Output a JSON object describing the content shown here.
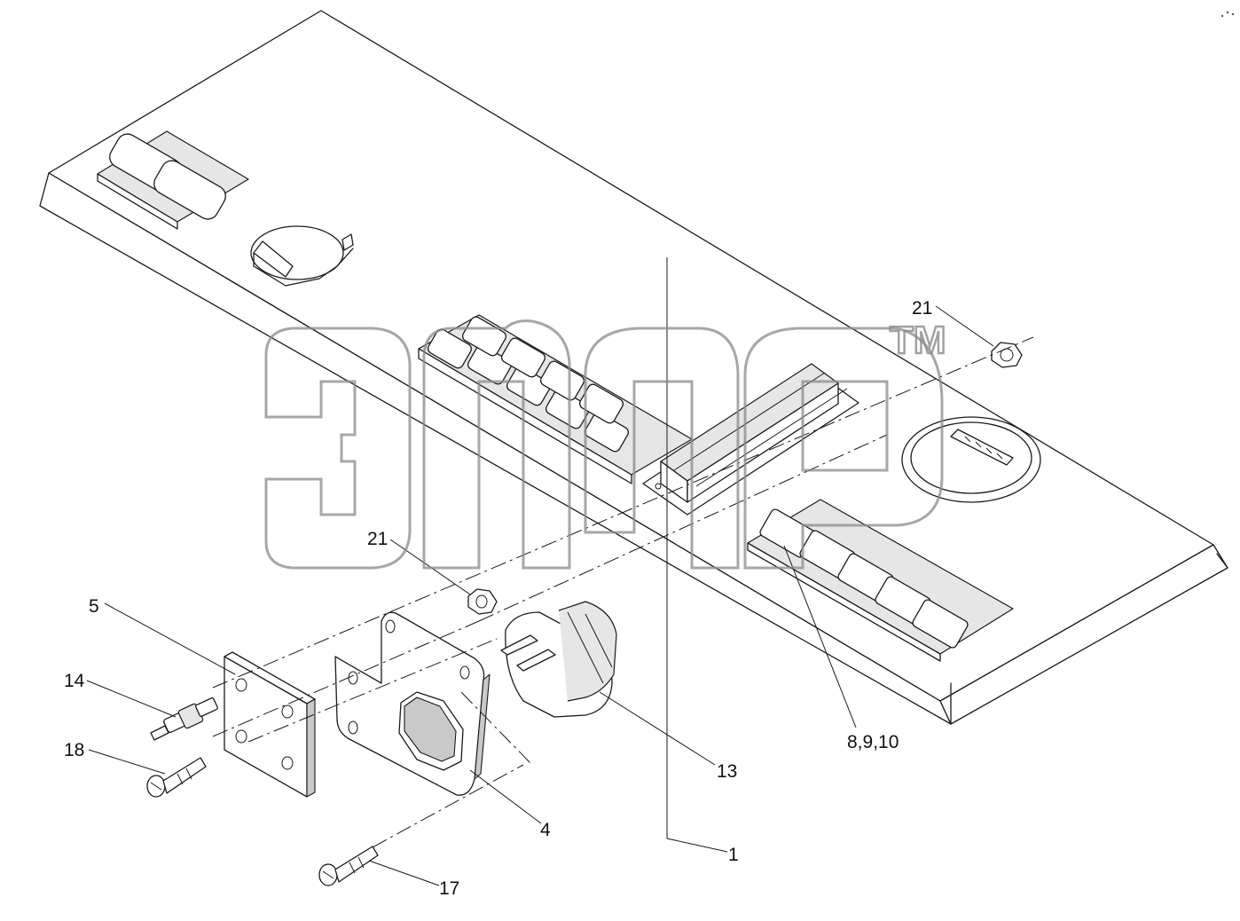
{
  "diagram": {
    "callouts": [
      {
        "id": "part-21-top",
        "label": "21"
      },
      {
        "id": "part-21-left",
        "label": "21"
      },
      {
        "id": "part-5",
        "label": "5"
      },
      {
        "id": "part-14",
        "label": "14"
      },
      {
        "id": "part-18",
        "label": "18"
      },
      {
        "id": "part-13",
        "label": "13"
      },
      {
        "id": "part-8-9-10",
        "label": "8,9,10"
      },
      {
        "id": "part-4",
        "label": "4"
      },
      {
        "id": "part-1",
        "label": "1"
      },
      {
        "id": "part-17",
        "label": "17"
      }
    ],
    "watermark": {
      "trademark": "TM"
    }
  },
  "colors": {
    "line": "#1a1a1a",
    "watermark": "#8a8a8a",
    "background": "#ffffff"
  }
}
